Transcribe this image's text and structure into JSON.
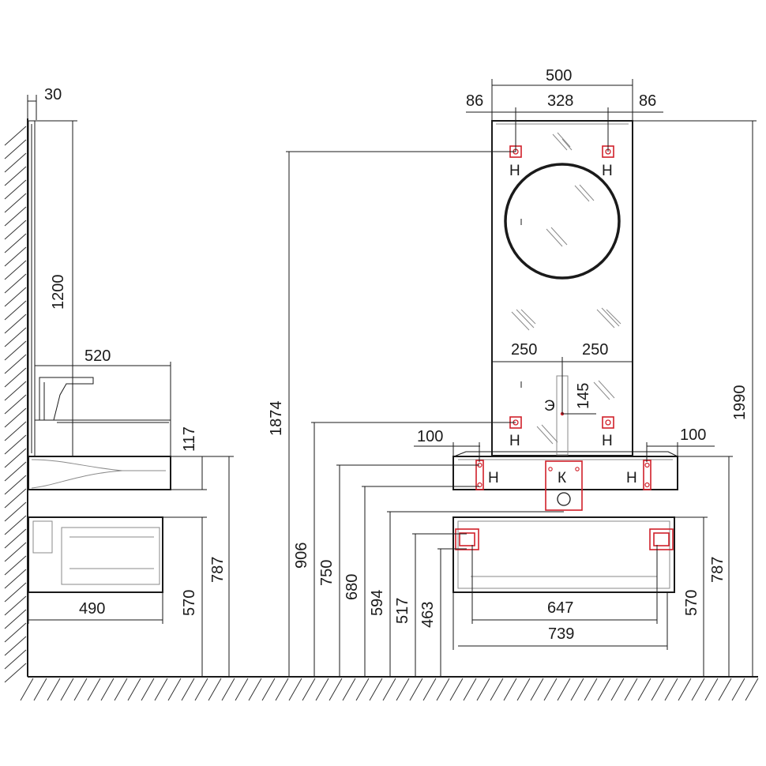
{
  "colors": {
    "line": "#1a1a1a",
    "marker": "#d0202a",
    "background": "#ffffff"
  },
  "side_view": {
    "mirror_thickness": "30",
    "mirror_height": "1200",
    "basin_depth": "520",
    "countertop_thickness": "117",
    "cabinet_depth": "490",
    "cabinet_height": "570",
    "cabinet_top_height": "787"
  },
  "front_view": {
    "mirror_width": "500",
    "mount_spacing": "328",
    "mount_offset_left": "86",
    "mount_offset_right": "86",
    "socket_offset_left": "250",
    "socket_offset_right": "250",
    "socket_height": "145",
    "countertop_mount_offset_left": "100",
    "countertop_mount_offset_right": "100",
    "cabinet_inner_width": "647",
    "cabinet_width": "739",
    "cabinet_height": "570",
    "cabinet_top_height": "787",
    "mirror_total_height": "1990"
  },
  "heights": [
    "1874",
    "906",
    "750",
    "680",
    "594",
    "517",
    "463"
  ],
  "markers": {
    "mount": "Н",
    "drain": "К",
    "socket": "Э",
    "mirror_light": "-"
  }
}
